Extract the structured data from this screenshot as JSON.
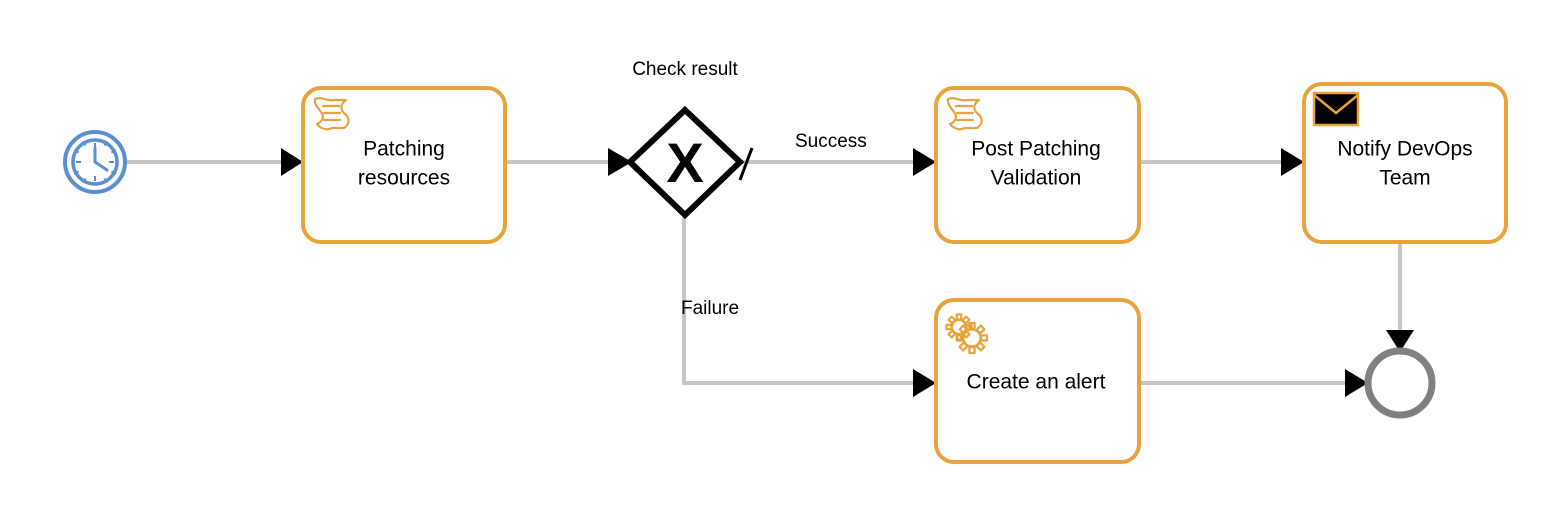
{
  "diagram": {
    "type": "bpmn-process-flow",
    "title": "",
    "colors": {
      "task_border": "#e8a33d",
      "task_fill": "#ffffff",
      "flow_line": "#c6c6c6",
      "arrow_head": "#000000",
      "start_event": "#5b8fd4",
      "end_event": "#808080",
      "gateway": "#000000",
      "label_text": "#000000"
    },
    "nodes": [
      {
        "id": "start",
        "kind": "timer-start-event",
        "icon": "clock-icon",
        "label": ""
      },
      {
        "id": "patching_resources",
        "kind": "script-task",
        "icon": "script-icon",
        "label_line1": "Patching",
        "label_line2": "resources"
      },
      {
        "id": "check_result",
        "kind": "exclusive-gateway",
        "icon": "gateway-x-icon",
        "marker": "X",
        "label": "Check result"
      },
      {
        "id": "post_patching_validation",
        "kind": "script-task",
        "icon": "script-icon",
        "label_line1": "Post Patching",
        "label_line2": "Validation"
      },
      {
        "id": "notify_devops_team",
        "kind": "send-task",
        "icon": "envelope-icon",
        "label_line1": "Notify DevOps",
        "label_line2": "Team"
      },
      {
        "id": "create_an_alert",
        "kind": "service-task",
        "icon": "gears-icon",
        "label_line1": "Create an alert",
        "label_line2": ""
      },
      {
        "id": "end",
        "kind": "end-event",
        "icon": "end-event-icon",
        "label": ""
      }
    ],
    "flows": [
      {
        "id": "f1",
        "from": "start",
        "to": "patching_resources",
        "label": ""
      },
      {
        "id": "f2",
        "from": "patching_resources",
        "to": "check_result",
        "label": ""
      },
      {
        "id": "f3",
        "from": "check_result",
        "to": "post_patching_validation",
        "label": "Success",
        "default": true
      },
      {
        "id": "f4",
        "from": "check_result",
        "to": "create_an_alert",
        "label": "Failure",
        "default": false
      },
      {
        "id": "f5",
        "from": "post_patching_validation",
        "to": "notify_devops_team",
        "label": ""
      },
      {
        "id": "f6",
        "from": "notify_devops_team",
        "to": "end",
        "label": ""
      },
      {
        "id": "f7",
        "from": "create_an_alert",
        "to": "end",
        "label": ""
      }
    ]
  }
}
